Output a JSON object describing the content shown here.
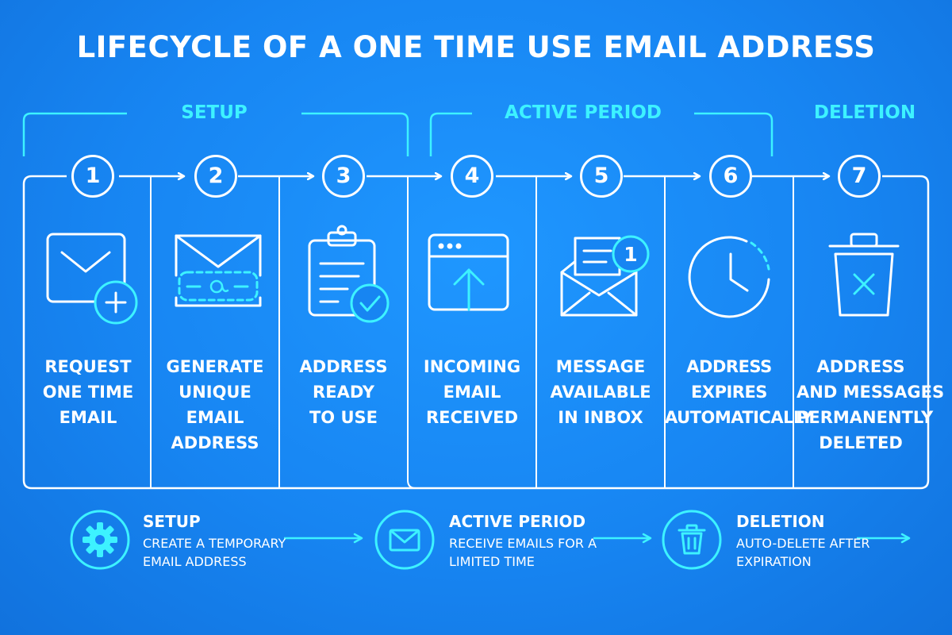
{
  "title": "LIFECYCLE OF A ONE TIME USE EMAIL ADDRESS",
  "phases": [
    {
      "label": "SETUP"
    },
    {
      "label": "ACTIVE PERIOD"
    },
    {
      "label": "DELETION"
    }
  ],
  "steps": [
    {
      "number": "1",
      "label_lines": [
        "REQUEST",
        "ONE TIME",
        "EMAIL"
      ],
      "icon": "envelope-plus-icon"
    },
    {
      "number": "2",
      "label_lines": [
        "GENERATE",
        "UNIQUE",
        "EMAIL",
        "ADDRESS"
      ],
      "icon": "envelope-at-icon"
    },
    {
      "number": "3",
      "label_lines": [
        "ADDRESS",
        "READY",
        "TO USE"
      ],
      "icon": "clipboard-check-icon"
    },
    {
      "number": "4",
      "label_lines": [
        "INCOMING",
        "EMAIL",
        "RECEIVED"
      ],
      "icon": "browser-upload-icon"
    },
    {
      "number": "5",
      "label_lines": [
        "MESSAGE",
        "AVAILABLE",
        "IN INBOX"
      ],
      "icon": "open-envelope-badge-icon"
    },
    {
      "number": "6",
      "label_lines": [
        "ADDRESS",
        "EXPIRES",
        "AUTOMATICALLY"
      ],
      "icon": "clock-icon"
    },
    {
      "number": "7",
      "label_lines": [
        "ADDRESS",
        "AND MESSAGES",
        "PERMANENTLY",
        "DELETED"
      ],
      "icon": "trash-x-icon"
    }
  ],
  "badge_count": "1",
  "summary": [
    {
      "title": "SETUP",
      "desc_lines": [
        "CREATE A TEMPORARY",
        "EMAIL ADDRESS"
      ],
      "icon": "gear-icon"
    },
    {
      "title": "ACTIVE PERIOD",
      "desc_lines": [
        "RECEIVE EMAILS FOR A",
        "LIMITED TIME"
      ],
      "icon": "envelope-icon"
    },
    {
      "title": "DELETION",
      "desc_lines": [
        "AUTO-DELETE AFTER",
        "EXPIRATION"
      ],
      "icon": "trash-icon"
    }
  ],
  "colors": {
    "background": "#1785f2",
    "accent": "#3df2ff",
    "line": "#ffffff"
  }
}
